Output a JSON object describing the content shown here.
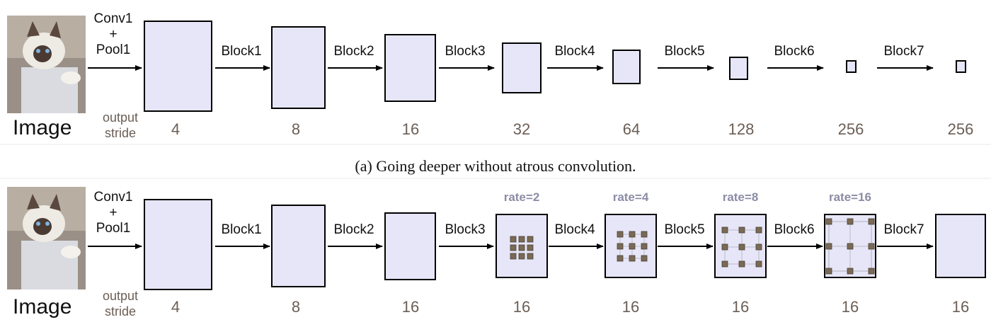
{
  "panels": [
    {
      "input_label": "Image",
      "stem_label_lines": [
        "Conv1",
        "+",
        "Pool1"
      ],
      "stride_label_lines": [
        "output",
        "stride"
      ],
      "stem_stride": "4",
      "blocks": [
        {
          "label": "Block1",
          "stride": "8"
        },
        {
          "label": "Block2",
          "stride": "16"
        },
        {
          "label": "Block3",
          "stride": "32"
        },
        {
          "label": "Block4",
          "stride": "64"
        },
        {
          "label": "Block5",
          "stride": "128"
        },
        {
          "label": "Block6",
          "stride": "256"
        },
        {
          "label": "Block7",
          "stride": "256"
        }
      ],
      "caption": "(a) Going deeper without atrous convolution."
    },
    {
      "input_label": "Image",
      "stem_label_lines": [
        "Conv1",
        "+",
        "Pool1"
      ],
      "stride_label_lines": [
        "output",
        "stride"
      ],
      "stem_stride": "4",
      "blocks": [
        {
          "label": "Block1",
          "stride": "8"
        },
        {
          "label": "Block2",
          "stride": "16"
        },
        {
          "label": "Block3",
          "stride": "16",
          "rate": "rate=2"
        },
        {
          "label": "Block4",
          "stride": "16",
          "rate": "rate=4"
        },
        {
          "label": "Block5",
          "stride": "16",
          "rate": "rate=8"
        },
        {
          "label": "Block6",
          "stride": "16",
          "rate": "rate=16"
        },
        {
          "label": "Block7",
          "stride": "16"
        }
      ]
    }
  ],
  "colors": {
    "box_fill": "#e6e6f8",
    "box_stroke": "#000000",
    "stride_text": "#6b5e55",
    "rate_text": "#8c8ca6",
    "kernel_dot": "#7a6a55",
    "kernel_grid": "#b9b9c6"
  }
}
